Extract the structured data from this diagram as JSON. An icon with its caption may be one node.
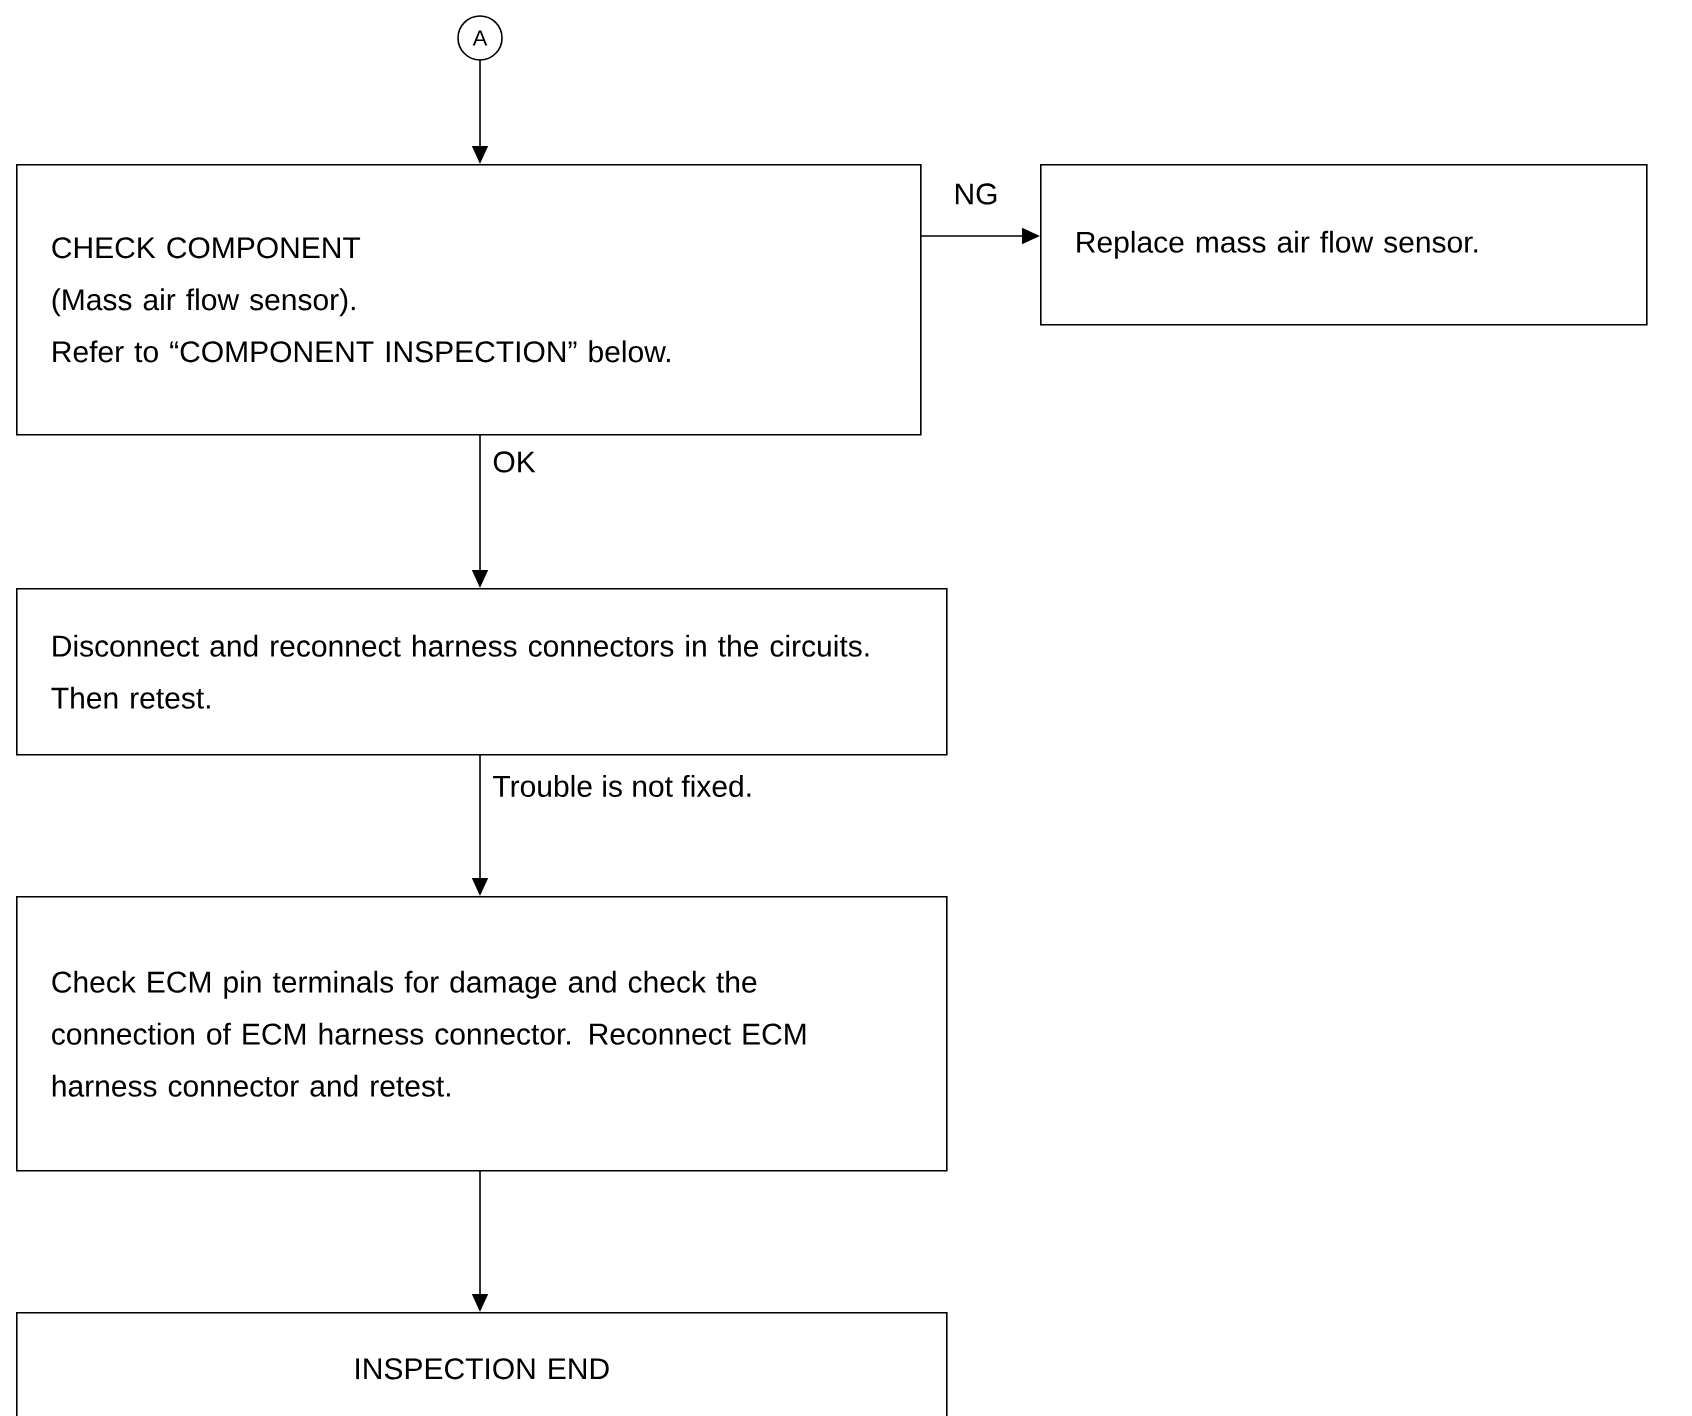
{
  "diagram": {
    "nodes": [
      {
        "text": [
          "A"
        ]
      },
      {
        "text": [
          "CHECK COMPONENT",
          "(Mass air flow sensor).",
          "Refer to “COMPONENT INSPECTION” below."
        ]
      },
      {
        "text": [
          "Replace mass air flow sensor."
        ]
      },
      {
        "text": [
          "Disconnect and reconnect harness connectors in the circuits. Then retest."
        ]
      },
      {
        "text": [
          "Check ECM pin terminals for damage and check the connection of ECM harness connector. Reconnect ECM harness connector and retest."
        ]
      },
      {
        "text": [
          "INSPECTION END"
        ]
      }
    ],
    "edges": [
      {
        "from": 0,
        "to": 1,
        "arrow": "to"
      },
      {
        "from": 1,
        "to": 2,
        "arrow": "to",
        "label": "NG"
      },
      {
        "from": 1,
        "to": 3,
        "arrow": "to",
        "label": "OK"
      },
      {
        "from": 3,
        "to": 4,
        "arrow": "to",
        "label": "Trouble is not fixed."
      },
      {
        "from": 4,
        "to": 5,
        "arrow": "to"
      }
    ]
  }
}
